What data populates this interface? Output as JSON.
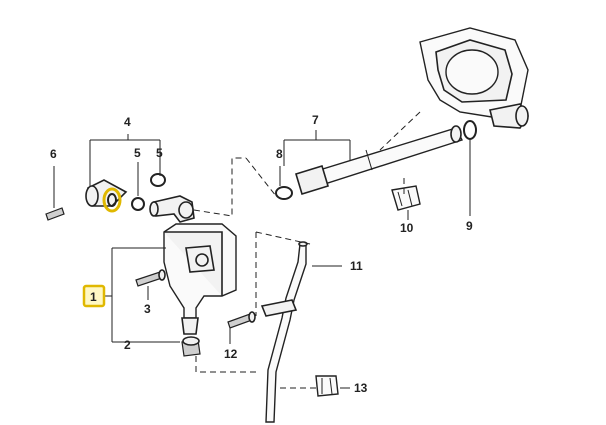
{
  "callouts": [
    {
      "id": "1",
      "label": "1"
    },
    {
      "id": "2",
      "label": "2"
    },
    {
      "id": "3",
      "label": "3"
    },
    {
      "id": "4",
      "label": "4"
    },
    {
      "id": "5a",
      "label": "5"
    },
    {
      "id": "5b",
      "label": "5"
    },
    {
      "id": "6",
      "label": "6"
    },
    {
      "id": "7",
      "label": "7"
    },
    {
      "id": "8",
      "label": "8"
    },
    {
      "id": "9",
      "label": "9"
    },
    {
      "id": "10",
      "label": "10"
    },
    {
      "id": "11",
      "label": "11"
    },
    {
      "id": "12",
      "label": "12"
    },
    {
      "id": "13",
      "label": "13"
    }
  ],
  "highlight": {
    "part": "1",
    "color": "#e0b800"
  }
}
